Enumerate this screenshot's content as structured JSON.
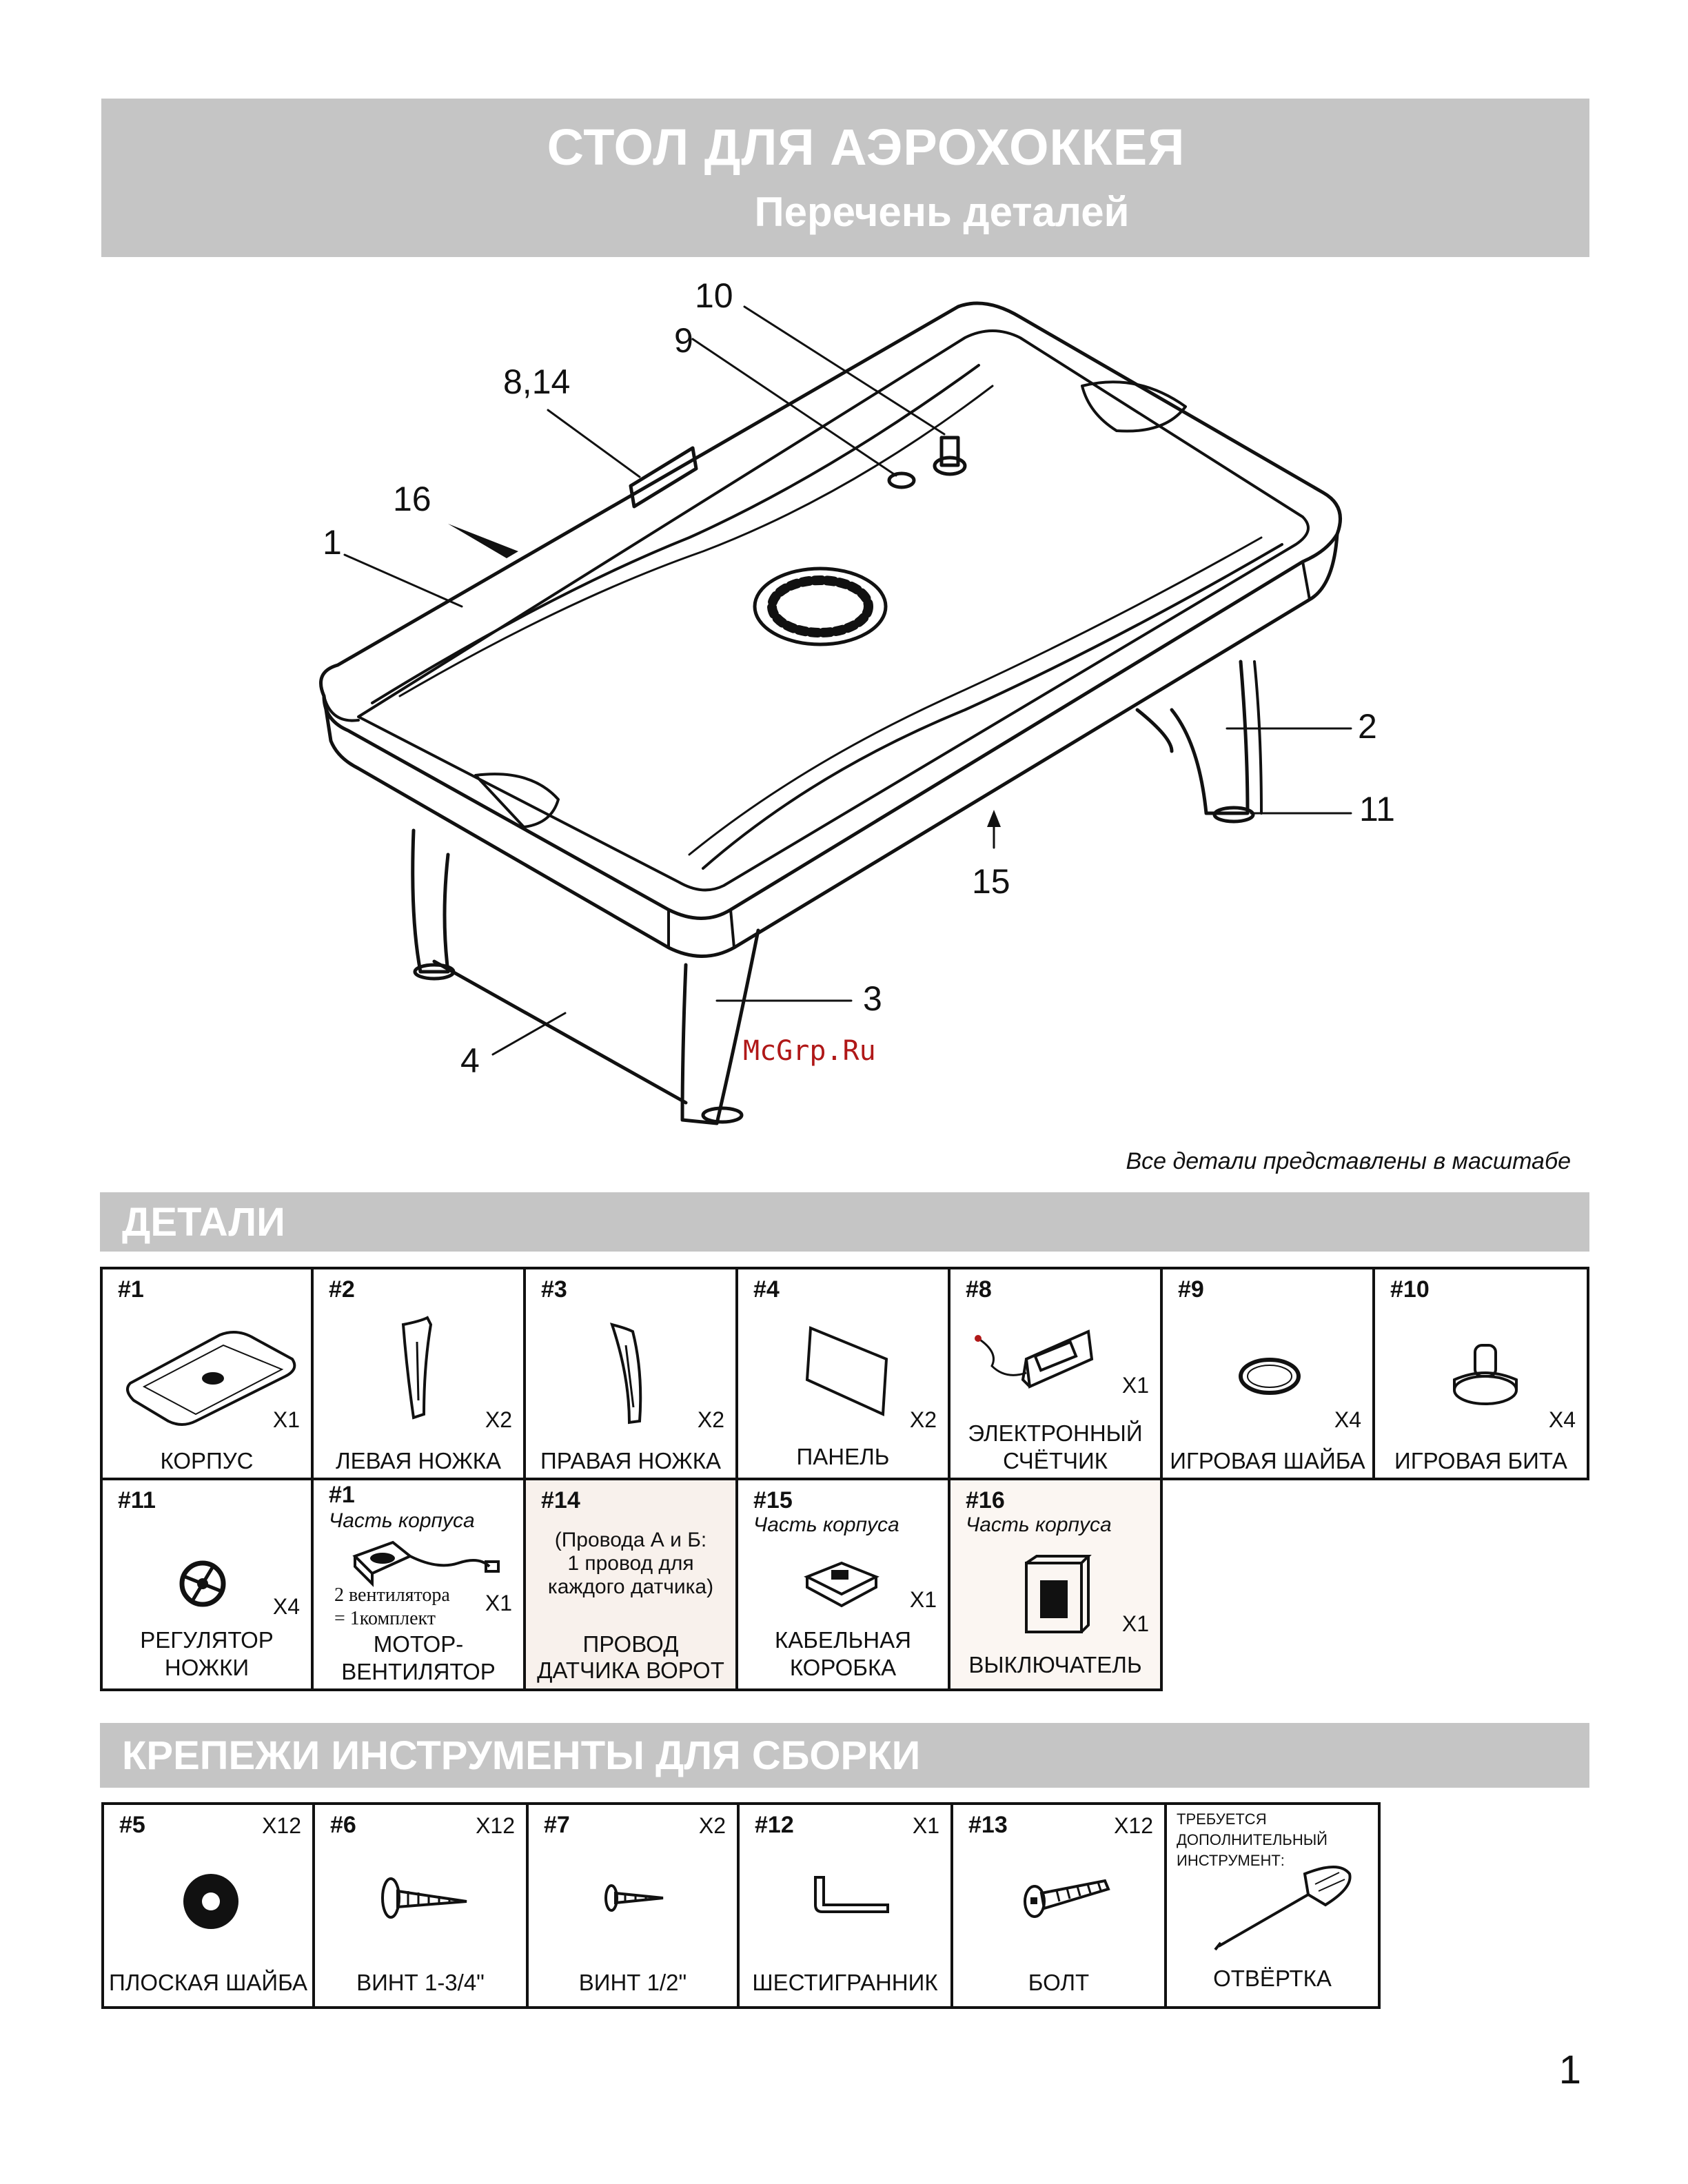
{
  "header": {
    "title": "СТОЛ ДЛЯ АЭРОХОККЕЯ",
    "subtitle": "Перечень деталей"
  },
  "diagram": {
    "callouts": [
      "10",
      "9",
      "8,14",
      "16",
      "1",
      "2",
      "11",
      "15",
      "3",
      "4"
    ],
    "watermark": "McGrp.Ru"
  },
  "scale_note": "Все детали представлены в масштабе",
  "parts_section": {
    "title": "ДЕТАЛИ",
    "items": [
      {
        "num": "#1",
        "qty": "X1",
        "name": "КОРПУС"
      },
      {
        "num": "#2",
        "qty": "X2",
        "name": "ЛЕВАЯ НОЖКА"
      },
      {
        "num": "#3",
        "qty": "X2",
        "name": "ПРАВАЯ НОЖКА"
      },
      {
        "num": "#4",
        "qty": "X2",
        "name": "ПАНЕЛЬ"
      },
      {
        "num": "#8",
        "qty": "X1",
        "name_line1": "ЭЛЕКТРОННЫЙ",
        "name_line2": "СЧЁТЧИК"
      },
      {
        "num": "#9",
        "qty": "X4",
        "name": "ИГРОВАЯ ШАЙБА"
      },
      {
        "num": "#10",
        "qty": "X4",
        "name": "ИГРОВАЯ БИТА"
      },
      {
        "num": "#11",
        "qty": "X4",
        "name_line1": "РЕГУЛЯТОР",
        "name_line2": "НОЖКИ"
      },
      {
        "num": "#1",
        "sub": "Часть корпуса",
        "qty": "X1",
        "note_line1": "2 вентилятора",
        "note_line2": "= 1комплект",
        "name_line1": "МОТОР-",
        "name_line2": "ВЕНТИЛЯТОР"
      },
      {
        "num": "#14",
        "note_line1": "(Провода А и Б:",
        "note_line2": "1 провод для",
        "note_line3": "каждого датчика)",
        "name_line1": "ПРОВОД",
        "name_line2": "ДАТЧИКА ВОРОТ"
      },
      {
        "num": "#15",
        "sub": "Часть корпуса",
        "qty": "X1",
        "name_line1": "КАБЕЛЬНАЯ",
        "name_line2": "КОРОБКА"
      },
      {
        "num": "#16",
        "sub": "Часть корпуса",
        "qty": "X1",
        "name": "ВЫКЛЮЧАТЕЛЬ"
      }
    ]
  },
  "hardware_section": {
    "title": "КРЕПЕЖИ ИНСТРУМЕНТЫ ДЛЯ СБОРКИ",
    "items": [
      {
        "num": "#5",
        "qty": "X12",
        "name": "ПЛОСКАЯ ШАЙБА"
      },
      {
        "num": "#6",
        "qty": "X12",
        "name": "ВИНТ 1-3/4\""
      },
      {
        "num": "#7",
        "qty": "X2",
        "name": "ВИНТ 1/2\""
      },
      {
        "num": "#12",
        "qty": "X1",
        "name": "ШЕСТИГРАННИК"
      },
      {
        "num": "#13",
        "qty": "X12",
        "name": "БОЛТ"
      },
      {
        "note_line1": "ТРЕБУЕТСЯ",
        "note_line2": "ДОПОЛНИТЕЛЬНЫЙ",
        "note_line3": "ИНСТРУМЕНТ:",
        "name": "ОТВЁРТКА"
      }
    ]
  },
  "page_number": "1"
}
